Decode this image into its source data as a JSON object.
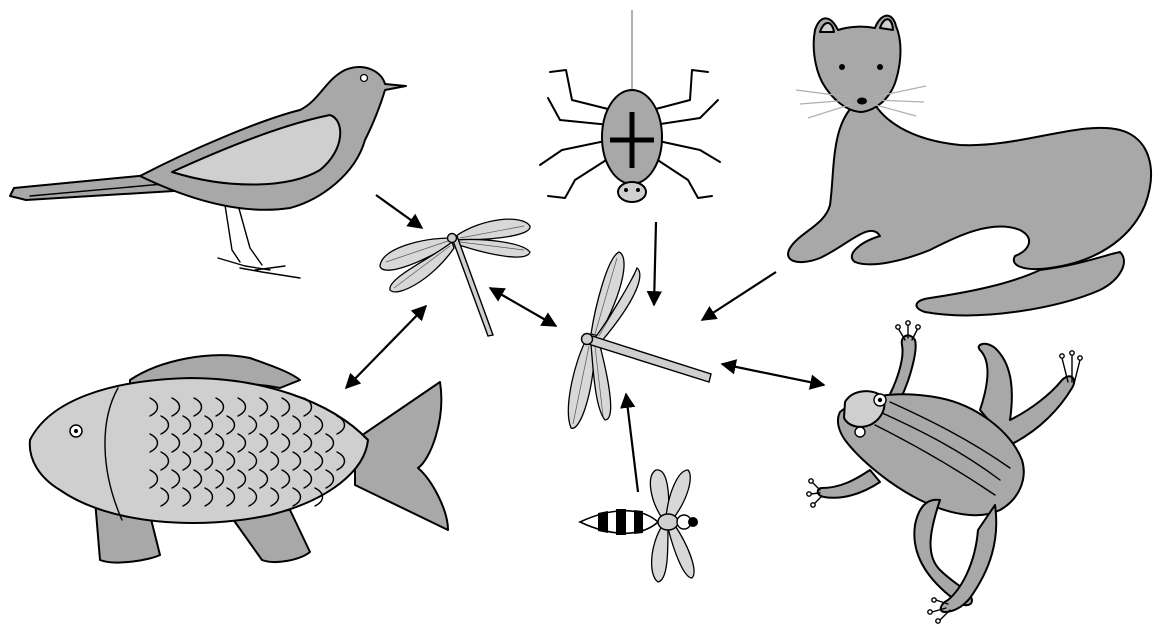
{
  "colors": {
    "background": "#ffffff",
    "body_fill": "#a8a8a8",
    "light_fill": "#cfcfcf",
    "wing_fill": "#d8d8d8",
    "line": "#000000",
    "silk_thread": "#b0b0b0"
  },
  "organisms": [
    {
      "id": "bird",
      "icon": "wagtail-bird-icon"
    },
    {
      "id": "spider",
      "icon": "spider-icon"
    },
    {
      "id": "weasel",
      "icon": "weasel-icon"
    },
    {
      "id": "fish",
      "icon": "fish-icon"
    },
    {
      "id": "frog",
      "icon": "frog-icon"
    },
    {
      "id": "damselfly",
      "icon": "damselfly-icon"
    },
    {
      "id": "dragonfly",
      "icon": "dragonfly-icon"
    },
    {
      "id": "wasp",
      "icon": "wasp-icon"
    }
  ],
  "relations": [
    {
      "from": "bird",
      "to": "damselfly",
      "direction": "one-way"
    },
    {
      "from": "fish",
      "to": "damselfly",
      "direction": "two-way"
    },
    {
      "from": "damselfly",
      "to": "dragonfly",
      "direction": "two-way"
    },
    {
      "from": "spider",
      "to": "dragonfly",
      "direction": "one-way"
    },
    {
      "from": "weasel",
      "to": "dragonfly",
      "direction": "one-way"
    },
    {
      "from": "wasp",
      "to": "dragonfly",
      "direction": "one-way"
    },
    {
      "from": "dragonfly",
      "to": "frog",
      "direction": "two-way"
    }
  ]
}
